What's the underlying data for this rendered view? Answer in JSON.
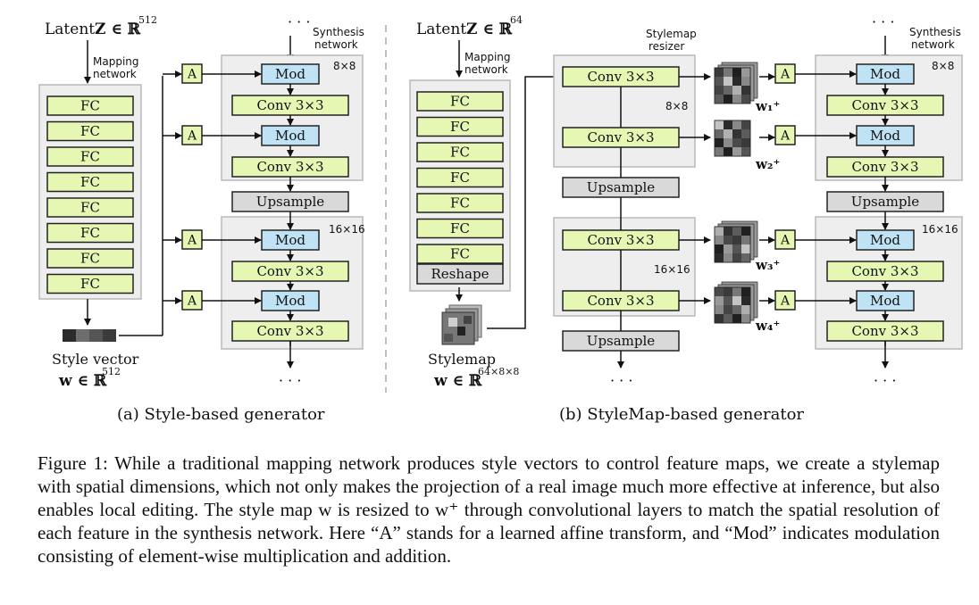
{
  "panel_a": {
    "latent_label": "Latent",
    "latent_math": "Z ∈ ℝ",
    "latent_exp": "512",
    "mapping_label_1": "Mapping",
    "mapping_label_2": "network",
    "fc_label": "FC",
    "synthesis_1": "Synthesis",
    "synthesis_2": "network",
    "res_8": "8×8",
    "res_16": "16×16",
    "a_label": "A",
    "mod_label": "Mod",
    "conv_label": "Conv 3×3",
    "upsample_label": "Upsample",
    "dots": "· · ·",
    "style_vector_label": "Style vector",
    "w_math": "w ∈ ℝ",
    "w_exp": "512",
    "subcaption": "(a) Style-based generator"
  },
  "panel_b": {
    "latent_label": "Latent",
    "latent_math": "Z ∈ ℝ",
    "latent_exp": "64",
    "mapping_label_1": "Mapping",
    "mapping_label_2": "network",
    "fc_label": "FC",
    "reshape_label": "Reshape",
    "stylemap_label": "Stylemap",
    "w_math": "w ∈ ℝ",
    "w_exp": "64×8×8",
    "resizer_1": "Stylemap",
    "resizer_2": "resizer",
    "synthesis_1": "Synthesis",
    "synthesis_2": "network",
    "res_8": "8×8",
    "res_16": "16×16",
    "conv_label": "Conv 3×3",
    "upsample_label": "Upsample",
    "a_label": "A",
    "mod_label": "Mod",
    "dots": "· · ·",
    "wplus": [
      "w₁⁺",
      "w₂⁺",
      "w₃⁺",
      "w₄⁺"
    ],
    "subcaption": "(b) StyleMap-based generator"
  },
  "caption": "Figure 1: While a traditional mapping network produces style vectors to control feature maps, we create a stylemap with spatial dimensions, which not only makes the projection of a real image much more effective at inference, but also enables local editing. The style map w is resized to w⁺ through convolutional layers to match the spatial resolution of each feature in the synthesis network. Here “A” stands for a learned affine transform, and “Mod” indicates modulation consisting of element-wise multiplication and addition."
}
